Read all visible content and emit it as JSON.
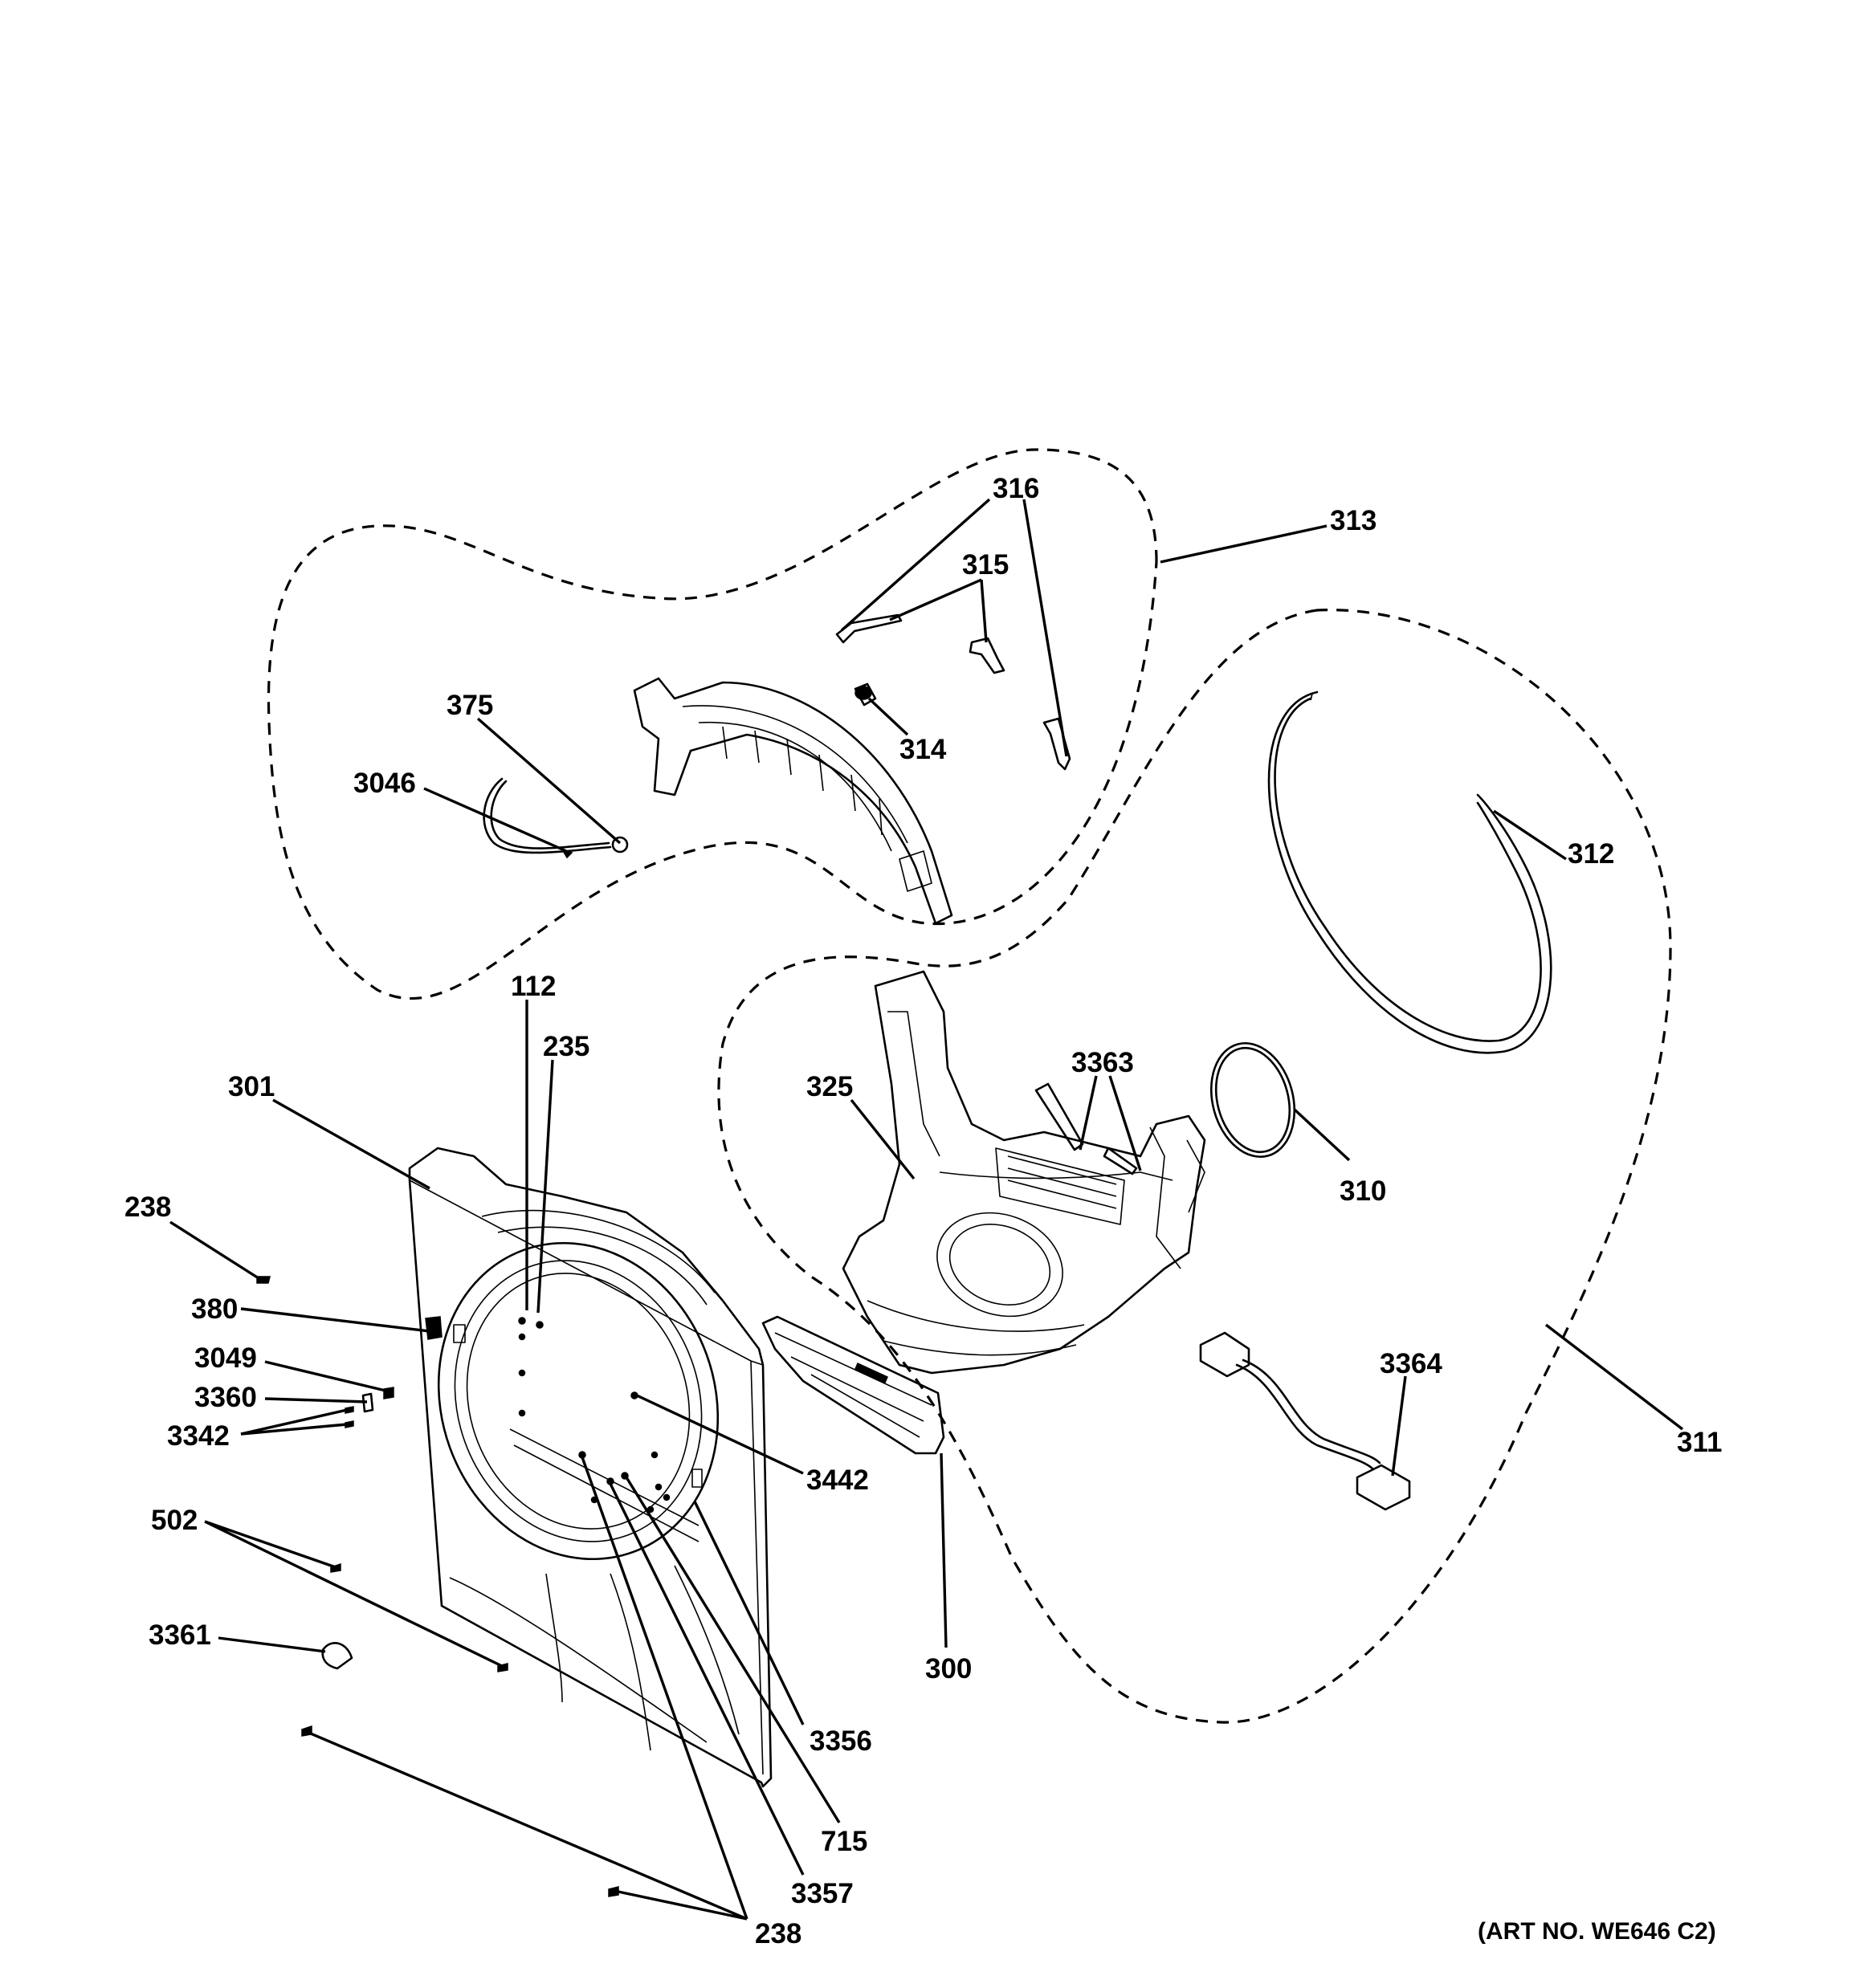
{
  "callouts": {
    "c316": "316",
    "c313": "313",
    "c315": "315",
    "c375": "375",
    "c314": "314",
    "c312": "312",
    "c3046": "3046",
    "c112": "112",
    "c235": "235",
    "c3363": "3363",
    "c301": "301",
    "c325": "325",
    "c310": "310",
    "c238a": "238",
    "c380": "380",
    "c3049": "3049",
    "c3360": "3360",
    "c3342": "3342",
    "c3442": "3442",
    "c3364": "3364",
    "c311": "311",
    "c502": "502",
    "c300": "300",
    "c3361": "3361",
    "c3356": "3356",
    "c715": "715",
    "c3357": "3357",
    "c238b": "238"
  },
  "art_number": "(ART NO. WE646 C2)"
}
